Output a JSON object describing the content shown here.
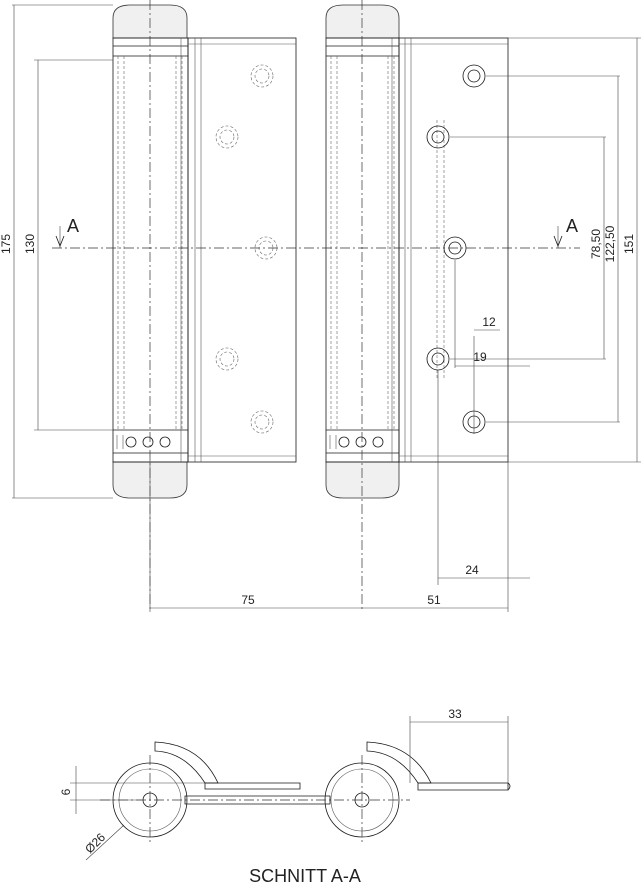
{
  "dimensions": {
    "d175": "175",
    "d130": "130",
    "d78_50": "78,50",
    "d122_50": "122,50",
    "d151": "151",
    "d12": "12",
    "d19": "19",
    "d24": "24",
    "d75": "75",
    "d51": "51",
    "d33": "33",
    "d6": "6",
    "d26": "Ø26"
  },
  "section_markers": {
    "left": "A",
    "right": "A"
  },
  "section_title": "SCHNITT A-A"
}
